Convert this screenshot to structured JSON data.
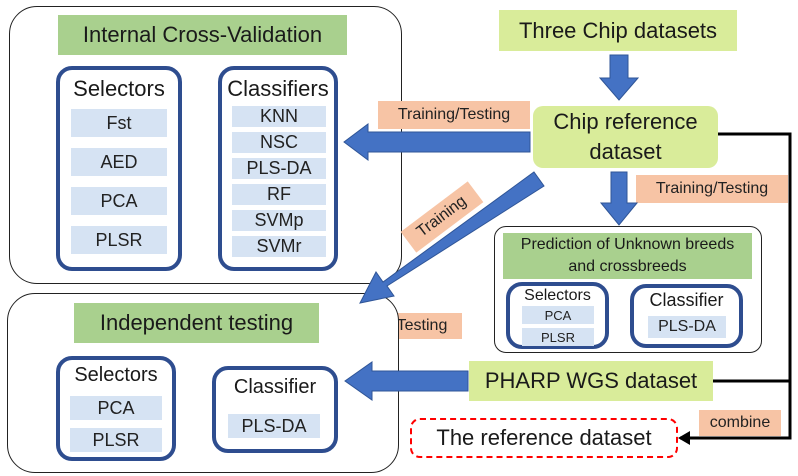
{
  "internal_cv": {
    "title": "Internal Cross-Validation",
    "selectors": {
      "title": "Selectors",
      "items": [
        "Fst",
        "AED",
        "PCA",
        "PLSR"
      ]
    },
    "classifiers": {
      "title": "Classifiers",
      "items": [
        "KNN",
        "NSC",
        "PLS-DA",
        "RF",
        "SVMp",
        "SVMr"
      ]
    }
  },
  "three_chip": "Three Chip datasets",
  "chip_reference": "Chip reference dataset",
  "labels": {
    "training_testing_left": "Training/Testing",
    "training_testing_down": "Training/Testing",
    "training": "Training",
    "testing": "Testing",
    "combine": "combine"
  },
  "prediction": {
    "title": "Prediction of Unknown breeds and crossbreeds",
    "selectors": {
      "title": "Selectors",
      "items": [
        "PCA",
        "PLSR"
      ]
    },
    "classifier": {
      "title": "Classifier",
      "items": [
        "PLS-DA"
      ]
    }
  },
  "independent": {
    "title": "Independent testing",
    "selectors": {
      "title": "Selectors",
      "items": [
        "PCA",
        "PLSR"
      ]
    },
    "classifier": {
      "title": "Classifier",
      "items": [
        "PLS-DA"
      ]
    }
  },
  "pharp": "PHARP WGS dataset",
  "reference": "The reference dataset",
  "colors": {
    "arrow_blue": "#4472c4",
    "group_border": "#2e4d8f",
    "title_green": "#a9d08e",
    "node_lime": "#d9ec9a",
    "item_blue": "#d6e3f3",
    "label_orange": "#f7c4a5",
    "dashed_red": "#ff0000"
  }
}
